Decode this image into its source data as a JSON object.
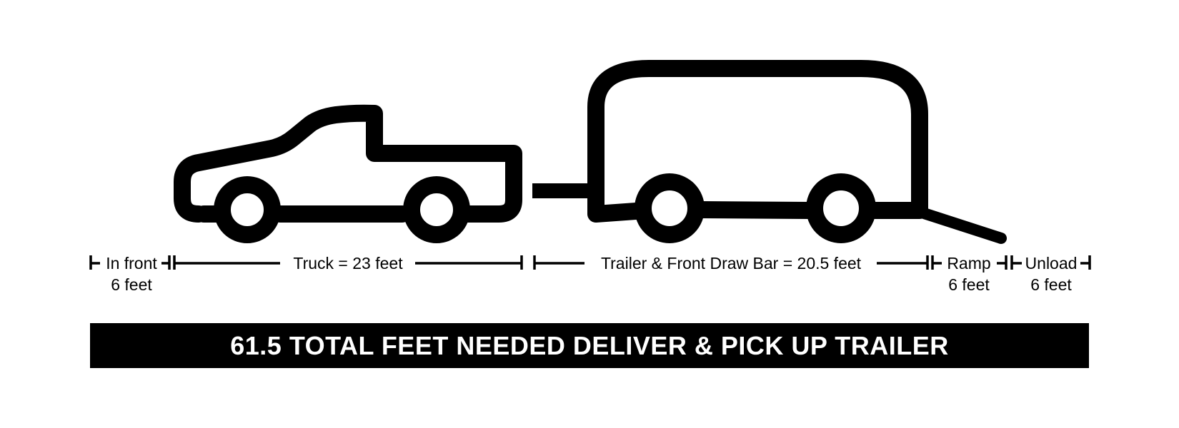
{
  "segments": {
    "in_front": {
      "label": "In front",
      "value": "6 feet"
    },
    "truck": {
      "label": "Truck = 23 feet"
    },
    "trailer": {
      "label": "Trailer & Front Draw Bar = 20.5 feet"
    },
    "ramp": {
      "label": "Ramp",
      "value": "6 feet"
    },
    "unload": {
      "label": "Unload",
      "value": "6 feet"
    }
  },
  "banner": {
    "text": "61.5 TOTAL FEET NEEDED DELIVER & PICK UP TRAILER"
  },
  "colors": {
    "ink": "#000000",
    "background": "#ffffff"
  }
}
